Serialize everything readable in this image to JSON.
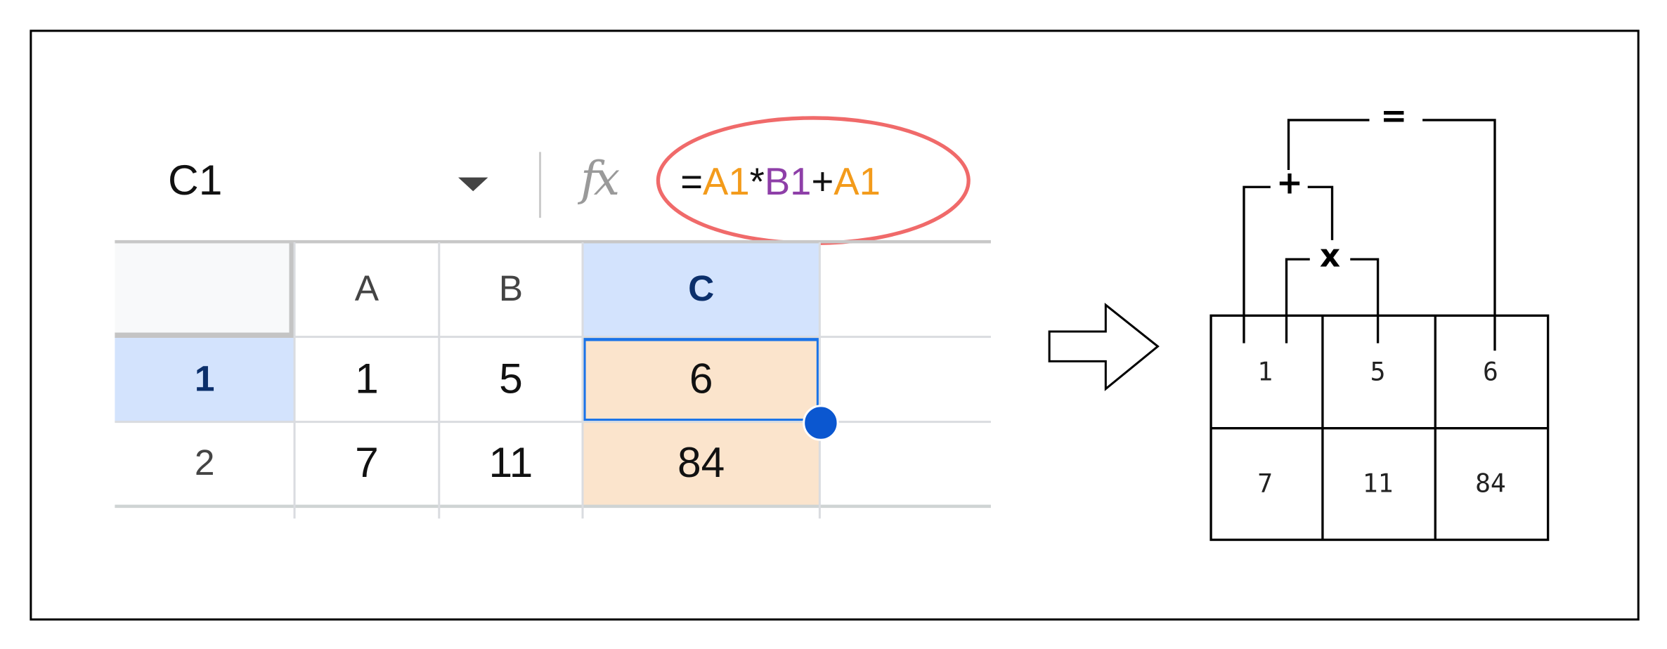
{
  "formula_bar": {
    "name_box": "C1",
    "fx_label": "fx",
    "formula_parts": [
      "=",
      "A1",
      "*",
      "B1",
      "+",
      "A1"
    ]
  },
  "sheet": {
    "columns": [
      "A",
      "B",
      "C"
    ],
    "rows": [
      {
        "header": "1",
        "cells": [
          "1",
          "5",
          "6"
        ]
      },
      {
        "header": "2",
        "cells": [
          "7",
          "11",
          "84"
        ]
      }
    ],
    "selected_cell": "C1"
  },
  "diagram": {
    "operators": {
      "equals": "=",
      "plus": "+",
      "times": "x"
    },
    "grid": [
      [
        "1",
        "5",
        "6"
      ],
      [
        "7",
        "11",
        "84"
      ]
    ]
  },
  "colors": {
    "ref_a": "#f39b1b",
    "ref_b": "#8e3fa8",
    "highlight_ellipse": "#f06a6a",
    "selection": "#1a73e8",
    "header_highlight": "#d3e3fd",
    "dependent_fill": "#fbe4cc"
  }
}
